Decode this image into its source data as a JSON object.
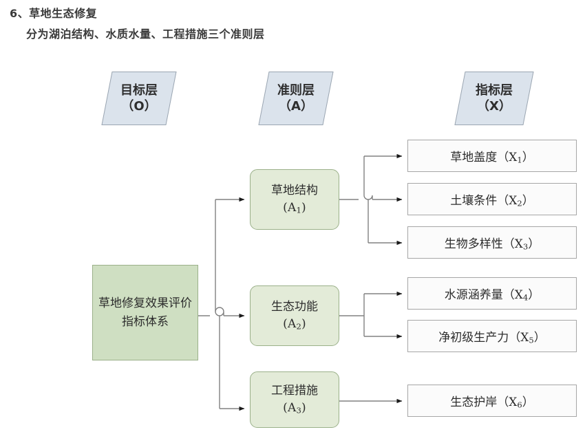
{
  "heading": {
    "line1": "6、草地生态修复",
    "line2": "分为湖泊结构、水质水量、工程措施三个准则层"
  },
  "layer_headers": [
    {
      "name": "goal-layer",
      "label": "目标层",
      "code": "（O）"
    },
    {
      "name": "criterion-layer",
      "label": "准则层",
      "code": "（A）"
    },
    {
      "name": "index-layer",
      "label": "指标层",
      "code": "（X）"
    }
  ],
  "goal": {
    "label": "草地修复效果评价指标体系"
  },
  "criteria": [
    {
      "id": "A1",
      "label": "草地结构",
      "code": "(A1)",
      "code_base": "(A",
      "code_sub": "1",
      "code_tail": ")"
    },
    {
      "id": "A2",
      "label": "生态功能",
      "code": "(A2)",
      "code_base": "(A",
      "code_sub": "2",
      "code_tail": ")"
    },
    {
      "id": "A3",
      "label": "工程措施",
      "code": "(A3)",
      "code_base": "(A",
      "code_sub": "3",
      "code_tail": ")"
    }
  ],
  "indices": [
    {
      "id": "X1",
      "label": "草地盖度（X",
      "sub": "1",
      "tail": "）",
      "parent": "A1"
    },
    {
      "id": "X2",
      "label": "土壤条件（X",
      "sub": "2",
      "tail": "）",
      "parent": "A1"
    },
    {
      "id": "X3",
      "label": "生物多样性（X",
      "sub": "3",
      "tail": "）",
      "parent": "A1"
    },
    {
      "id": "X4",
      "label": "水源涵养量（X",
      "sub": "4",
      "tail": "）",
      "parent": "A2"
    },
    {
      "id": "X5",
      "label": "净初级生产力（X",
      "sub": "5",
      "tail": "）",
      "parent": "A2"
    },
    {
      "id": "X6",
      "label": "生态护岸（X",
      "sub": "6",
      "tail": "）",
      "parent": "A3"
    }
  ],
  "colors": {
    "header_fill": "#dbe3ec",
    "header_stroke": "#9aa5b1",
    "goal_fill": "#cfdfc2",
    "criterion_fill": "#e3ebd8",
    "green_stroke": "#9ab089",
    "index_fill": "#fbfbfb",
    "index_stroke": "#a6a6a6",
    "connector": "#808080",
    "text": "#2c2c2c"
  }
}
